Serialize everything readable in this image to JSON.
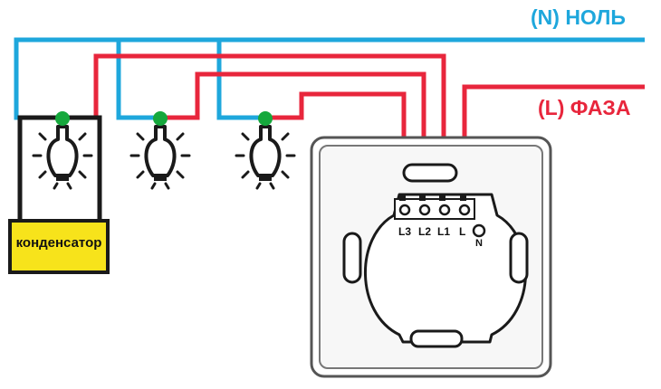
{
  "labels": {
    "neutral": "(N) НОЛЬ",
    "phase": "(L) ФАЗА",
    "capacitor": "конденсатор"
  },
  "terminals": [
    "L3",
    "L2",
    "L1",
    "L"
  ],
  "n_terminal": "N",
  "colors": {
    "neutral_wire": "#1ea7dc",
    "phase_wire": "#e8263c",
    "capacitor_fill": "#f7e31b",
    "led_green": "#15a83c",
    "outline": "#1a1a1a",
    "plate": "#f2f2f2"
  },
  "icons": [
    "bulb-icon",
    "bulb-icon",
    "bulb-icon",
    "led-indicator-icon"
  ]
}
